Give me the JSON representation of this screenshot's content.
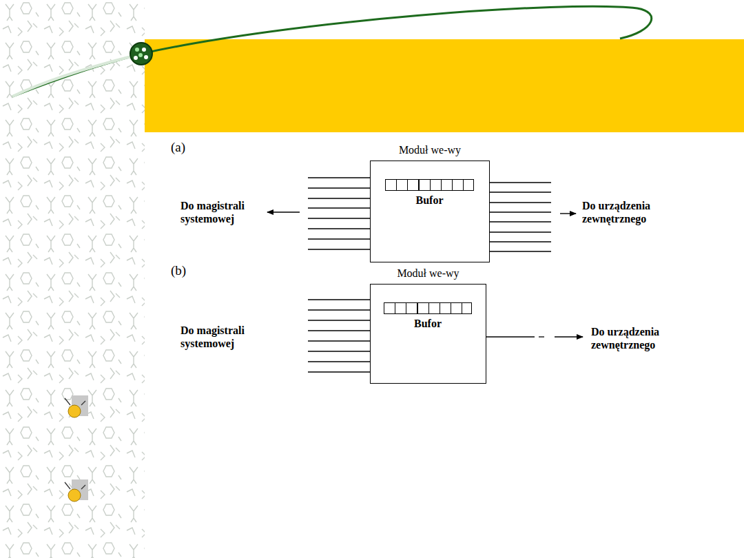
{
  "diagram": {
    "nodes": [
      {
        "text": [
          "Moduł we-wy"
        ]
      },
      {
        "text": [
          "Bufor"
        ],
        "in": 0
      },
      {
        "text": [
          "Moduł we-wy"
        ]
      },
      {
        "text": [
          "Bufor"
        ],
        "in": 2
      }
    ],
    "labels": [
      "(a)",
      "Do magistrali systemowej",
      "Do urządzenia zewnętrznego",
      "(b)",
      "Do magistrali systemowej",
      "Do urządzenia zewnętrznego"
    ]
  }
}
